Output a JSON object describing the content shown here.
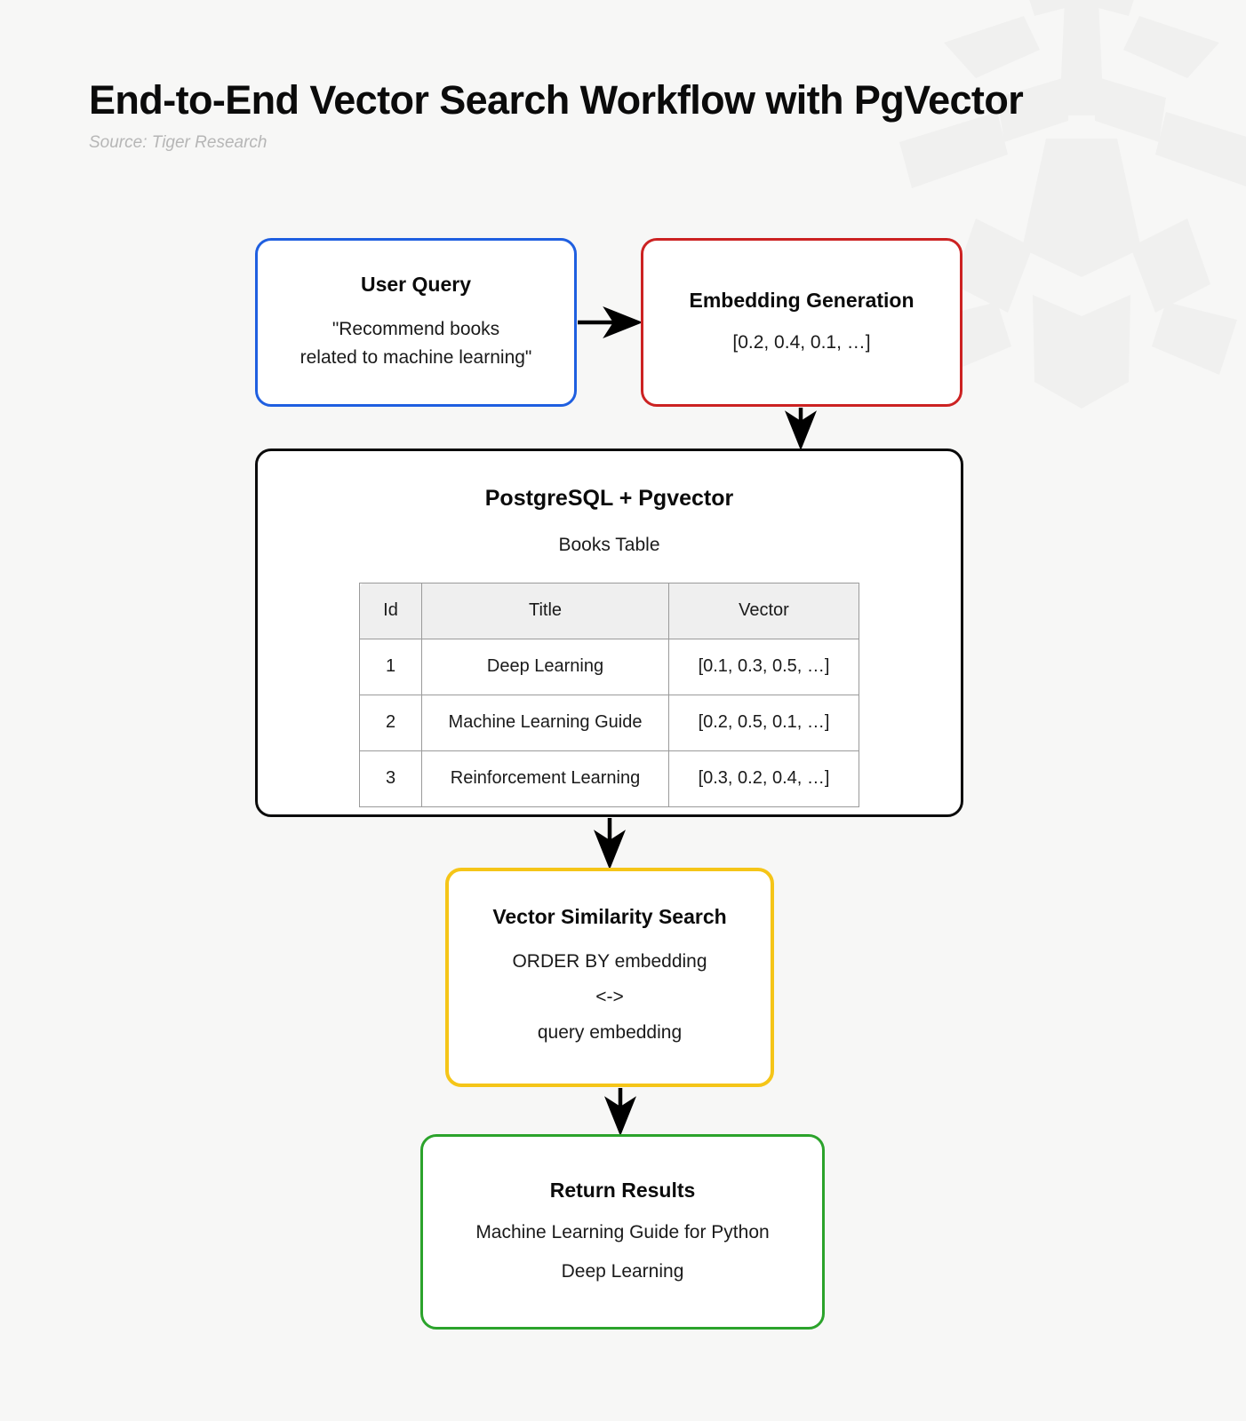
{
  "header": {
    "title": "End-to-End Vector Search Workflow with PgVector",
    "subtitle": "Source: Tiger Research"
  },
  "colors": {
    "background": "#f7f7f6",
    "user_query_border": "#1f5fe0",
    "embedding_border": "#cc2222",
    "database_border": "#0b0b0b",
    "similarity_border": "#f5c518",
    "results_border": "#2ba32b",
    "arrow": "#000000",
    "table_header_bg": "#efefef",
    "table_border": "#9a9a9a",
    "subtitle_text": "#b6b6b6"
  },
  "nodes": {
    "user_query": {
      "title": "User Query",
      "line1": "\"Recommend books",
      "line2": "related to machine learning\""
    },
    "embedding": {
      "title": "Embedding Generation",
      "vector": "[0.2, 0.4, 0.1, …]"
    },
    "database": {
      "title": "PostgreSQL + Pgvector",
      "subtitle": "Books Table",
      "table": {
        "columns": [
          "Id",
          "Title",
          "Vector"
        ],
        "rows": [
          [
            "1",
            "Deep Learning",
            "[0.1, 0.3, 0.5, …]"
          ],
          [
            "2",
            "Machine Learning Guide",
            "[0.2, 0.5, 0.1, …]"
          ],
          [
            "3",
            "Reinforcement Learning",
            "[0.3, 0.2, 0.4, …]"
          ]
        ]
      }
    },
    "similarity": {
      "title": "Vector Similarity Search",
      "line1": "ORDER BY embedding",
      "line2": "<->",
      "line3": "query embedding"
    },
    "results": {
      "title": "Return Results",
      "line1": "Machine Learning Guide for Python",
      "line2": "Deep Learning"
    }
  },
  "connectors": [
    {
      "name": "user-query-to-embedding",
      "direction": "right"
    },
    {
      "name": "embedding-to-database",
      "direction": "down"
    },
    {
      "name": "database-to-similarity",
      "direction": "down"
    },
    {
      "name": "similarity-to-results",
      "direction": "down"
    }
  ]
}
